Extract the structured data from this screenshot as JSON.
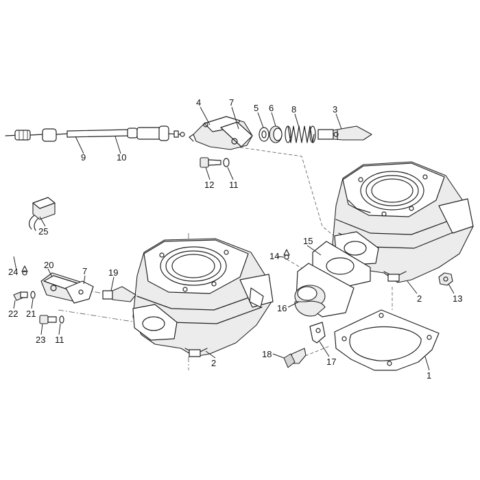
{
  "callouts": {
    "c1": "1",
    "c2a": "2",
    "c2b": "2",
    "c3": "3",
    "c4": "4",
    "c5": "5",
    "c6": "6",
    "c7a": "7",
    "c7b": "7",
    "c8": "8",
    "c9": "9",
    "c10": "10",
    "c11a": "11",
    "c11b": "11",
    "c12": "12",
    "c13": "13",
    "c14": "14",
    "c15": "15",
    "c16": "16",
    "c17": "17",
    "c18": "18",
    "c19": "19",
    "c20": "20",
    "c21": "21",
    "c22": "22",
    "c23": "23",
    "c24": "24",
    "c25": "25"
  },
  "colors": {
    "line": "#222222",
    "fill": "#ececec",
    "background": "#ffffff"
  }
}
